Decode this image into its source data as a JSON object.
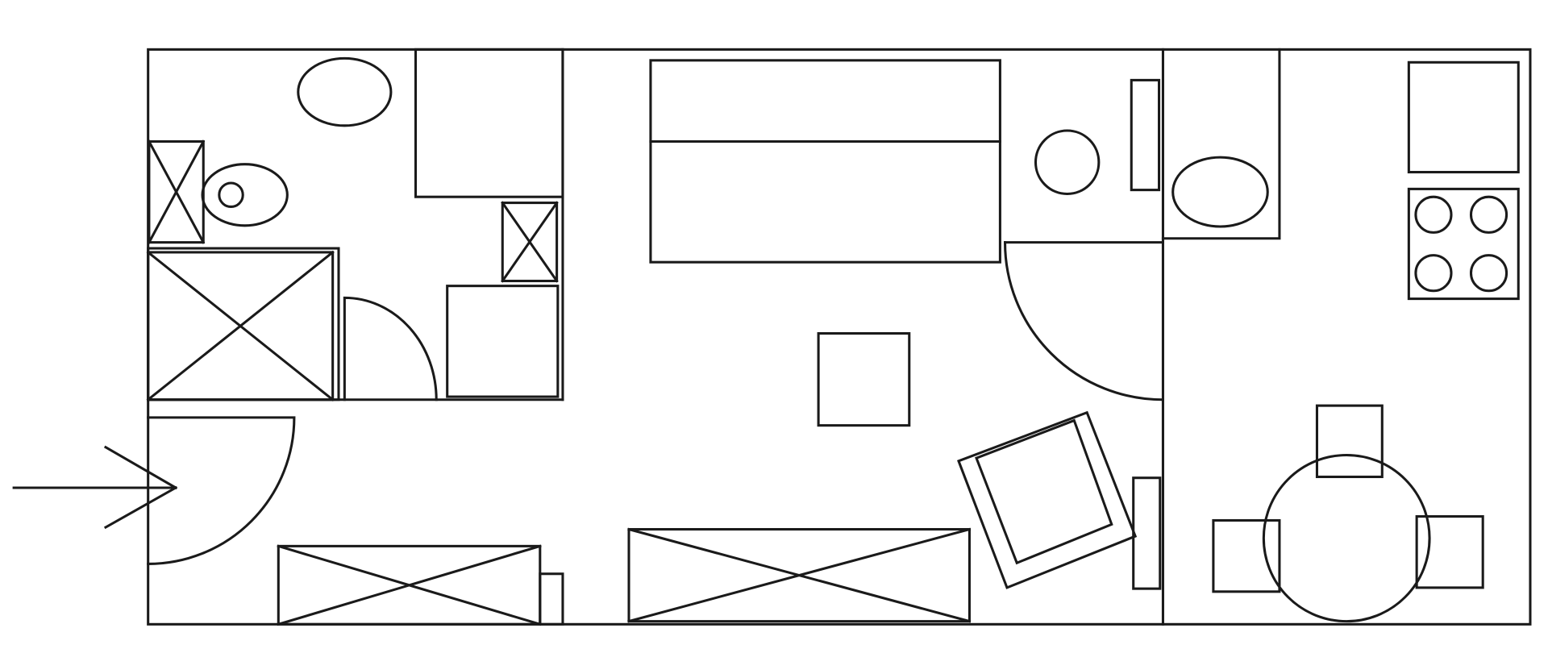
{
  "diagram": {
    "type": "floor-plan",
    "background_color": "#ffffff",
    "line_color": "#1a1a1a",
    "rooms": [
      "bathroom",
      "hallway",
      "closet",
      "living-room",
      "kitchen"
    ],
    "fixtures": {
      "bathroom": [
        "sink",
        "toilet",
        "shower-tray",
        "bathroom-cabinet",
        "bathroom-door"
      ],
      "hallway": [
        "entrance-door",
        "entrance-arrow",
        "shoe-cabinet"
      ],
      "closet": [
        "storage-cabinet",
        "storage-box"
      ],
      "living-room": [
        "double-bed",
        "nightstand",
        "ceiling-lamp",
        "coffee-table",
        "tv-unit",
        "armchair",
        "floor-radiator",
        "living-room-door",
        "sideboard"
      ],
      "kitchen": [
        "wash-basin",
        "fridge",
        "stove",
        "dining-table",
        "dining-chairs"
      ]
    },
    "dining_chairs": 3,
    "stove_burners": 4
  }
}
